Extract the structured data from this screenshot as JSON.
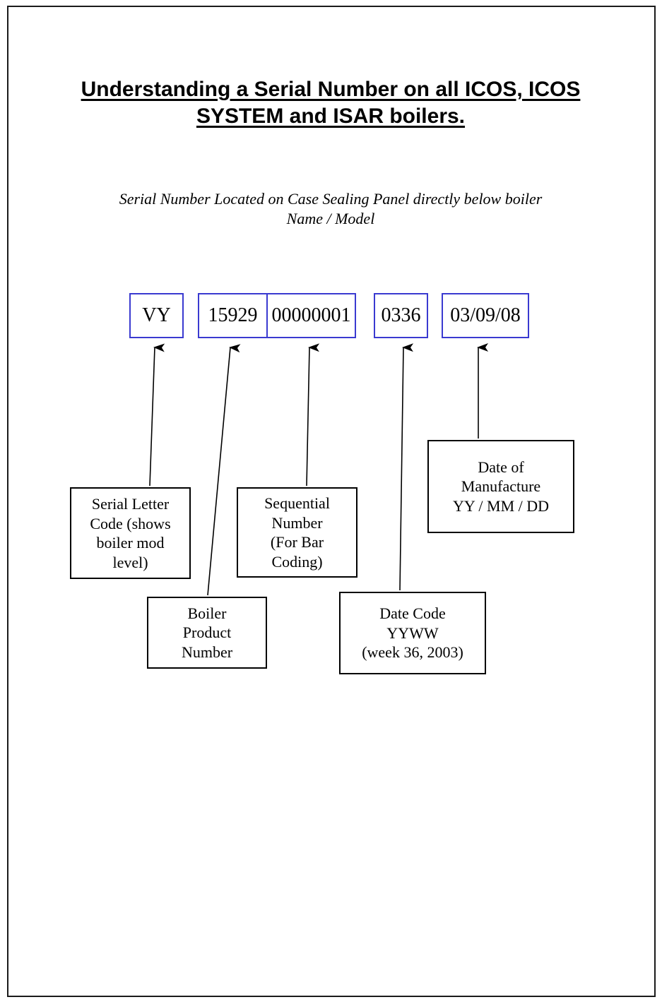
{
  "colors": {
    "serial_box_border": "#3a3ad0",
    "label_box_border": "#000000",
    "page_frame_border": "#1a1a1a",
    "text": "#000000"
  },
  "title": "Understanding a Serial Number on all ICOS, ICOS SYSTEM and ISAR boilers.",
  "subtitle": "Serial Number Located on Case Sealing Panel directly below boiler Name / Model",
  "serial": {
    "segments": [
      {
        "name": "serial-letter-code",
        "value": "VY"
      },
      {
        "name": "boiler-product-number",
        "value": "15929"
      },
      {
        "name": "sequential-number",
        "value": "00000001"
      },
      {
        "name": "date-code",
        "value": "0336"
      },
      {
        "name": "manufacture-date",
        "value": "03/09/08"
      }
    ]
  },
  "labels": [
    {
      "name": "serial-letter-code",
      "text": "Serial Letter\nCode (shows\nboiler mod\nlevel)"
    },
    {
      "name": "boiler-product-number",
      "text": "Boiler\nProduct\nNumber"
    },
    {
      "name": "sequential-number",
      "text": "Sequential\nNumber\n(For Bar\nCoding)"
    },
    {
      "name": "date-code",
      "text": "Date Code\nYYWW\n(week 36, 2003)"
    },
    {
      "name": "date-of-manufacture",
      "text": "Date of\nManufacture\nYY / MM / DD"
    }
  ]
}
